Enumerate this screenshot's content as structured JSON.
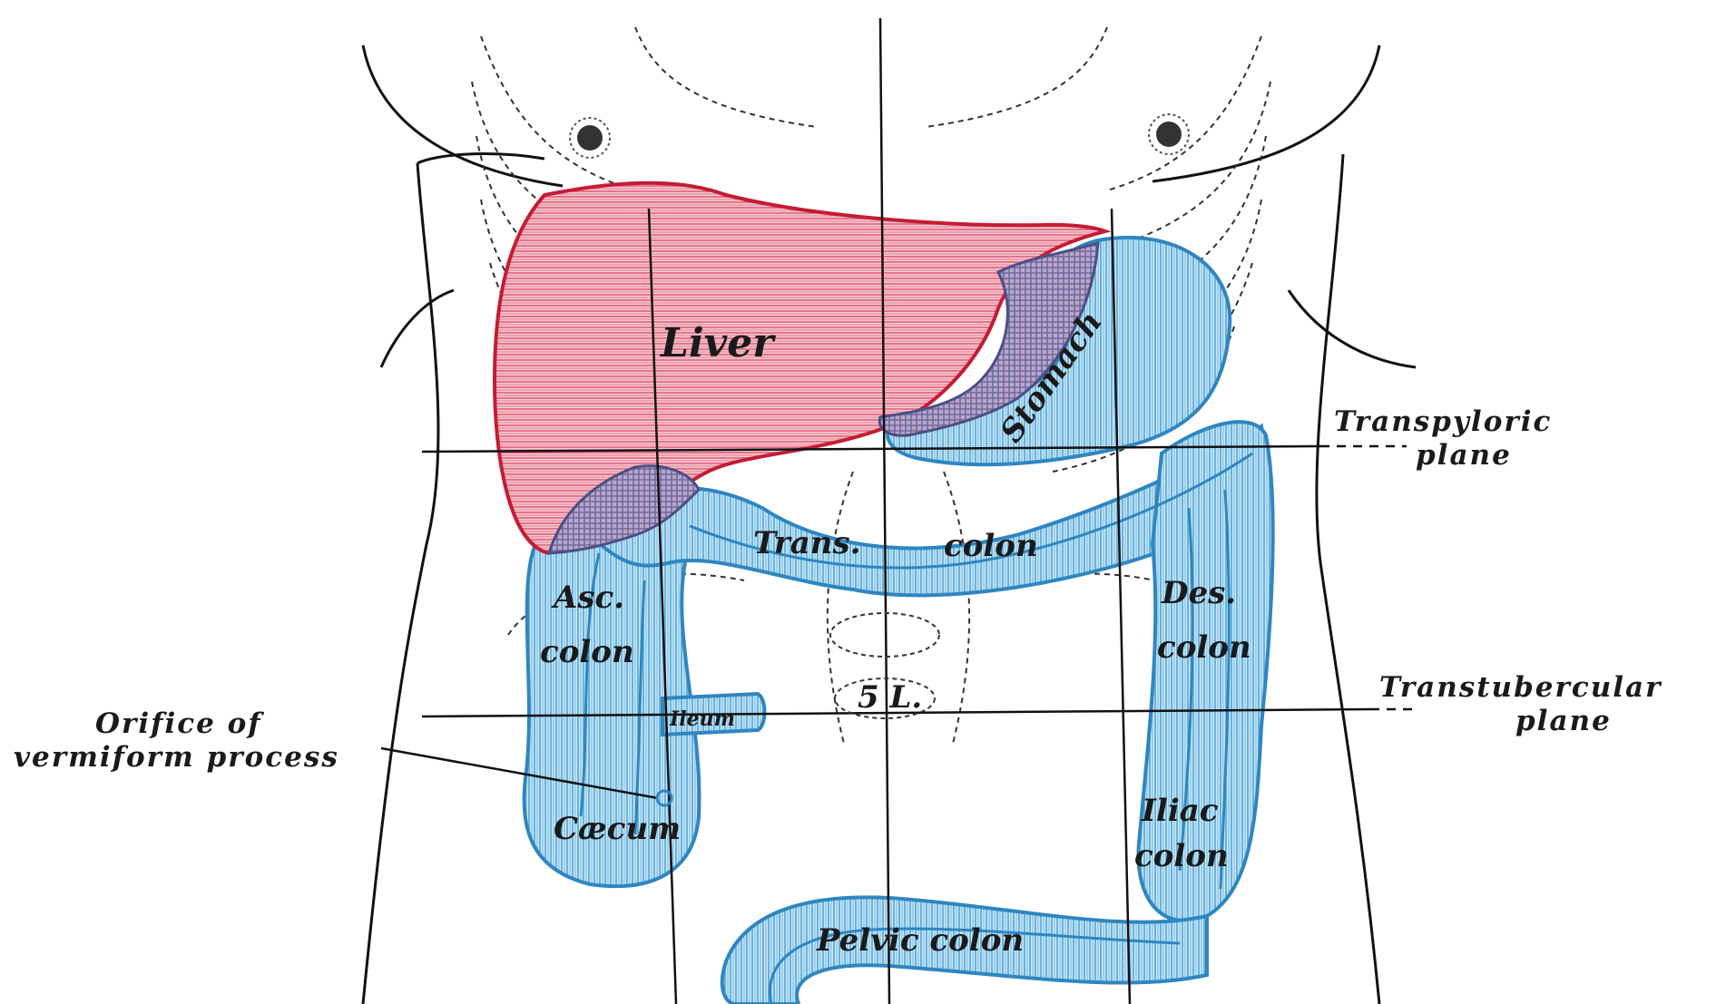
{
  "labels": {
    "liver": "Liver",
    "stomach": "Stomach",
    "trans_colon_1": "Trans.",
    "trans_colon_2": "colon",
    "asc_colon_1": "Asc.",
    "asc_colon_2": "colon",
    "des_colon_1": "Des.",
    "des_colon_2": "colon",
    "ileum": "Ileum",
    "caecum": "Cæcum",
    "iliac_colon_1": "Iliac",
    "iliac_colon_2": "colon",
    "pelvic_colon": "Pelvic colon",
    "vertebra": "5 L.",
    "orifice_1": "Orifice of",
    "orifice_2": "vermiform process",
    "transpyloric_1": "Transpyloric",
    "transpyloric_2": "plane",
    "transtubercular_1": "Transtubercular",
    "transtubercular_2": "plane"
  },
  "colors": {
    "liver": "#e36b82",
    "colon": "#5fb0dc",
    "overlap": "#8f7aa6",
    "outline": "#111111"
  }
}
